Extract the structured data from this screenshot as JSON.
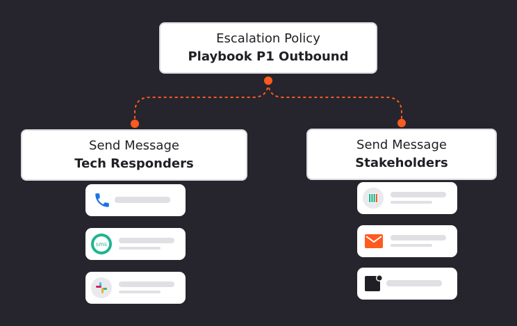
{
  "policy": {
    "line1": "Escalation Policy",
    "line2": "Playbook P1 Outbound"
  },
  "left_step": {
    "line1": "Send Message",
    "line2": "Tech Responders"
  },
  "right_step": {
    "line1": "Send Message",
    "line2": "Stakeholders"
  },
  "icons": {
    "sms_text": "sms",
    "left_channels": [
      "phone-icon",
      "sms-icon",
      "slack-icon"
    ],
    "right_channels": [
      "statuspage-icon",
      "email-icon",
      "notification-app-icon"
    ]
  },
  "colors": {
    "background": "#26252d",
    "connector": "#ff5a1f",
    "phone": "#1a73e8",
    "sms": "#1fb58f",
    "statuspage": "#1fb58f",
    "email": "#ff5a1f"
  }
}
